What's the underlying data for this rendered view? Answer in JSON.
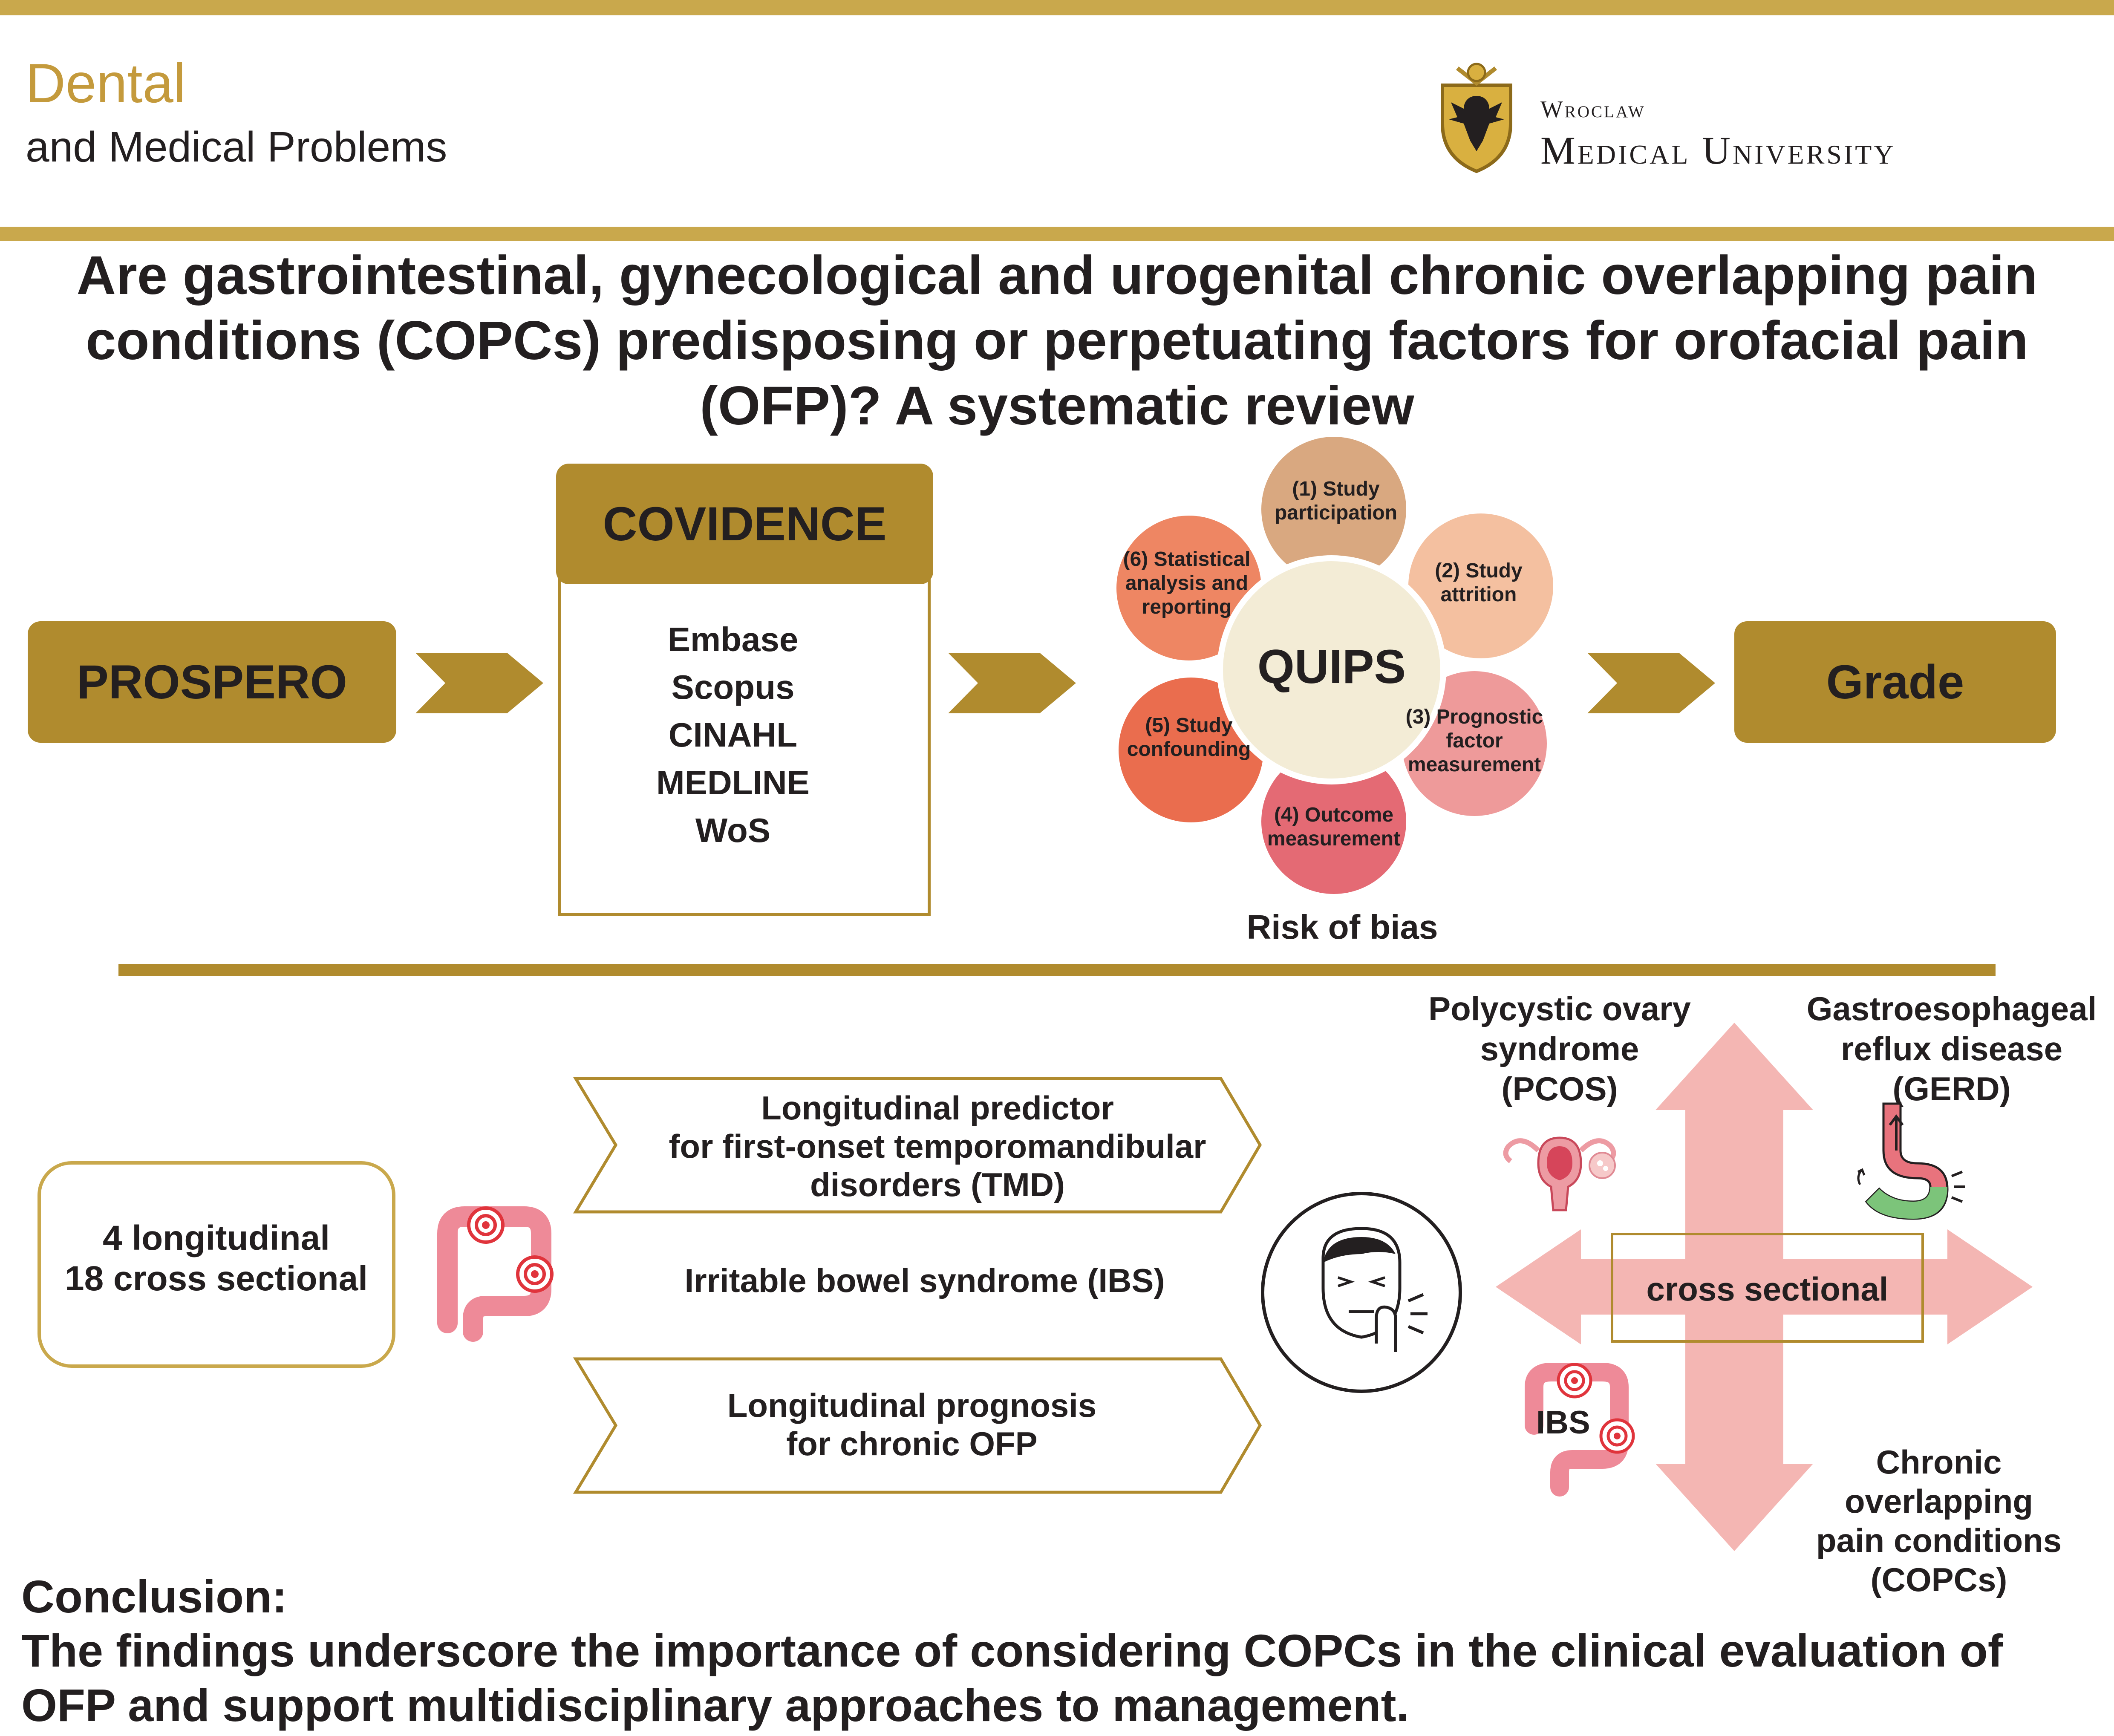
{
  "header": {
    "journal_line1": "Dental",
    "journal_line2": "and Medical Problems",
    "university_line1": "Wroclaw",
    "university_line2": "Medical University"
  },
  "title": "Are gastrointestinal, gynecological and urogenital chronic overlapping pain conditions (COPCs) predisposing or perpetuating factors for orofacial pain (OFP)? A systematic review",
  "workflow": {
    "prospero": "PROSPERO",
    "covidence": "COVIDENCE",
    "databases": [
      "Embase",
      "Scopus",
      "CINAHL",
      "MEDLINE",
      "WoS"
    ],
    "quips": "QUIPS",
    "quips_domains": [
      "(1) Study participation",
      "(2) Study attrition",
      "(3) Prognostic factor measurement",
      "(4) Outcome measurement",
      "(5) Study confounding",
      "(6) Statistical analysis and reporting"
    ],
    "risk_label": "Risk of bias",
    "grade": "Grade"
  },
  "studies": {
    "longitudinal": "4 longitudinal",
    "cross_sectional": "18 cross sectional"
  },
  "findings": {
    "predictor": [
      "Longitudinal predictor",
      "for first-onset temporomandibular",
      "disorders (TMD)"
    ],
    "ibs": "Irritable bowel syndrome (IBS)",
    "prognosis": [
      "Longitudinal prognosis",
      "for chronic OFP"
    ]
  },
  "cross_section": {
    "pcos": [
      "Polycystic ovary",
      "syndrome",
      "(PCOS)"
    ],
    "gerd": [
      "Gastroesophageal",
      "reflux disease",
      "(GERD)"
    ],
    "center": "cross sectional",
    "ibs": "IBS",
    "copcs": [
      "Chronic",
      "overlapping",
      "pain conditions",
      "(COPCs)"
    ]
  },
  "conclusion": {
    "heading": "Conclusion:",
    "text": "The findings underscore the importance of considering COPCs in the clinical evaluation of OFP and support multidisciplinary approaches to management."
  },
  "colors": {
    "gold": "#b08b2e",
    "gold_light": "#c9a84c",
    "pink_arrow": "#f4b6b3",
    "petal_1": "#d9a880",
    "petal_2": "#f4c0a0",
    "petal_3": "#ee9a9a",
    "petal_4": "#e46a74",
    "petal_5": "#ea6d4e",
    "petal_6": "#ee8663"
  }
}
